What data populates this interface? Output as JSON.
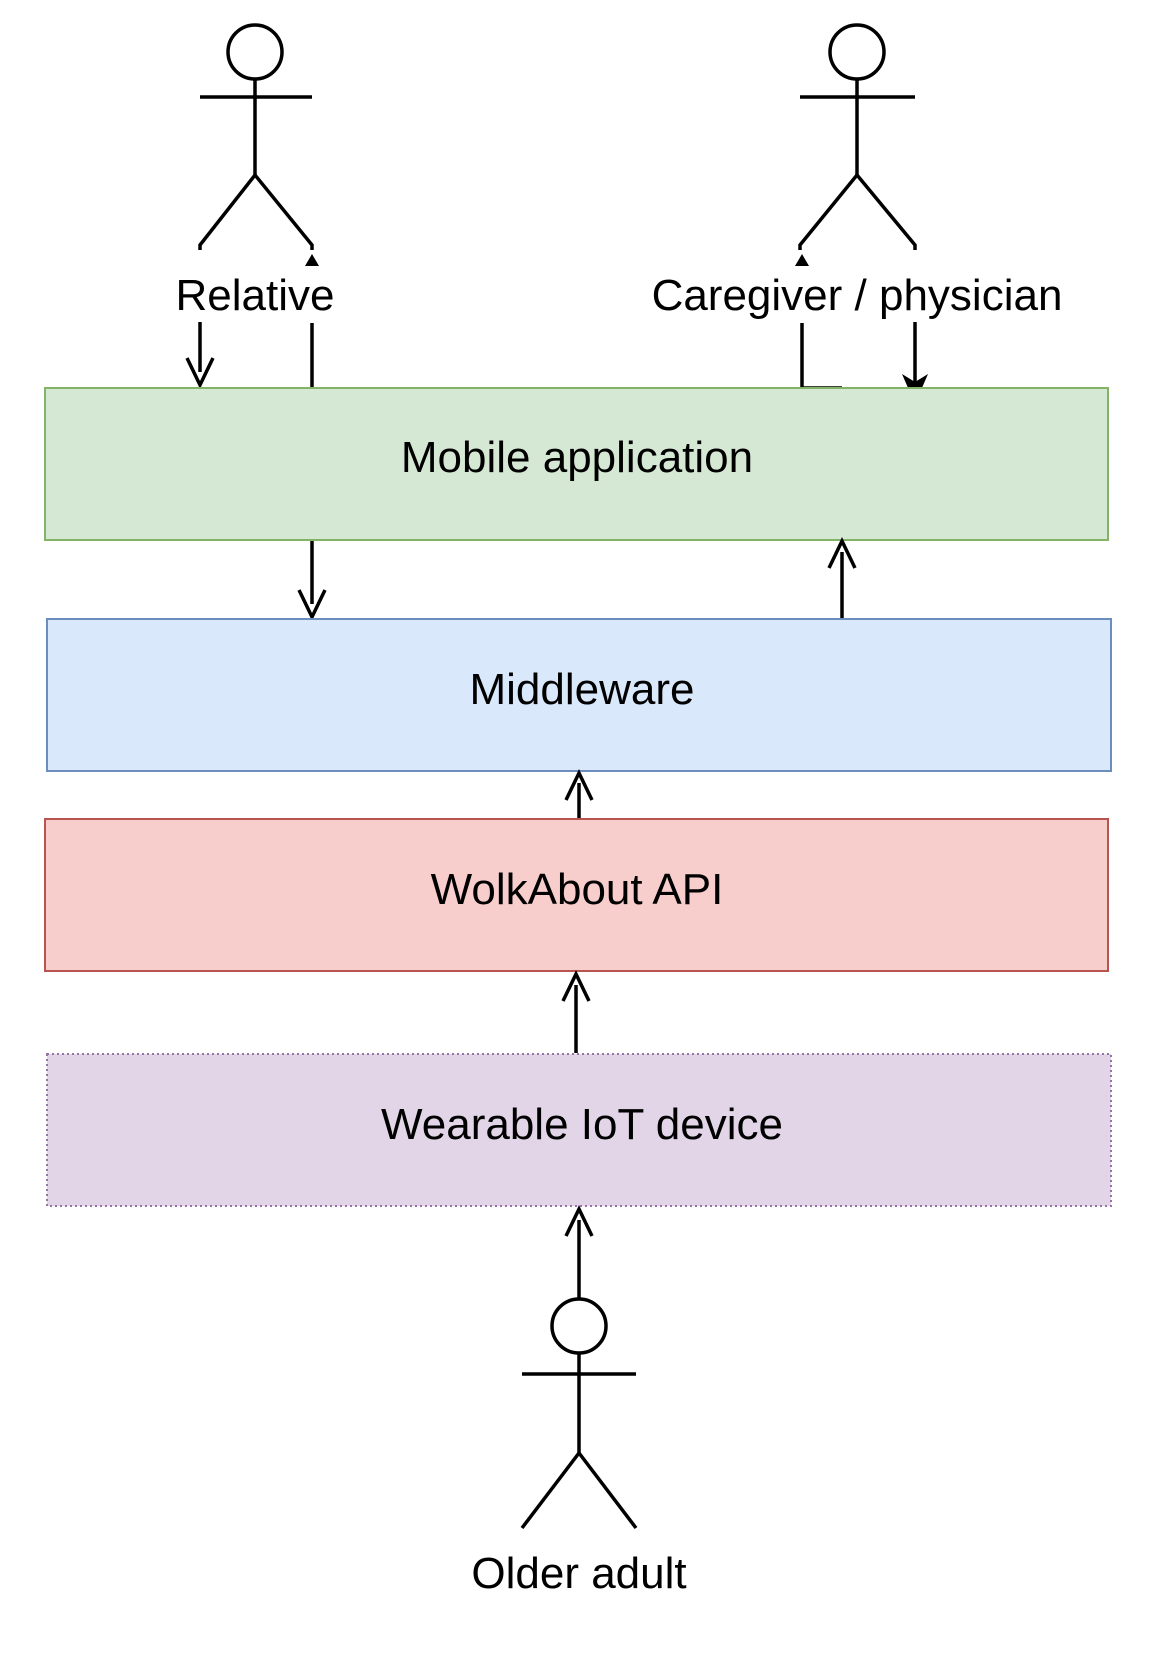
{
  "actors": {
    "relative": {
      "label": "Relative"
    },
    "caregiver": {
      "label": "Caregiver / physician"
    },
    "older_adult": {
      "label": "Older adult"
    }
  },
  "layers": {
    "mobile_app": {
      "label": "Mobile application",
      "fill": "#d5e8d4",
      "stroke": "#82b366"
    },
    "middleware": {
      "label": "Middleware",
      "fill": "#dae8fc",
      "stroke": "#6c8ebf"
    },
    "wolkabout": {
      "label": "WolkAbout API",
      "fill": "#f8cecc",
      "stroke": "#b85450"
    },
    "wearable": {
      "label": "Wearable IoT device",
      "fill": "#e1d5e7",
      "stroke": "#9673a6"
    }
  }
}
